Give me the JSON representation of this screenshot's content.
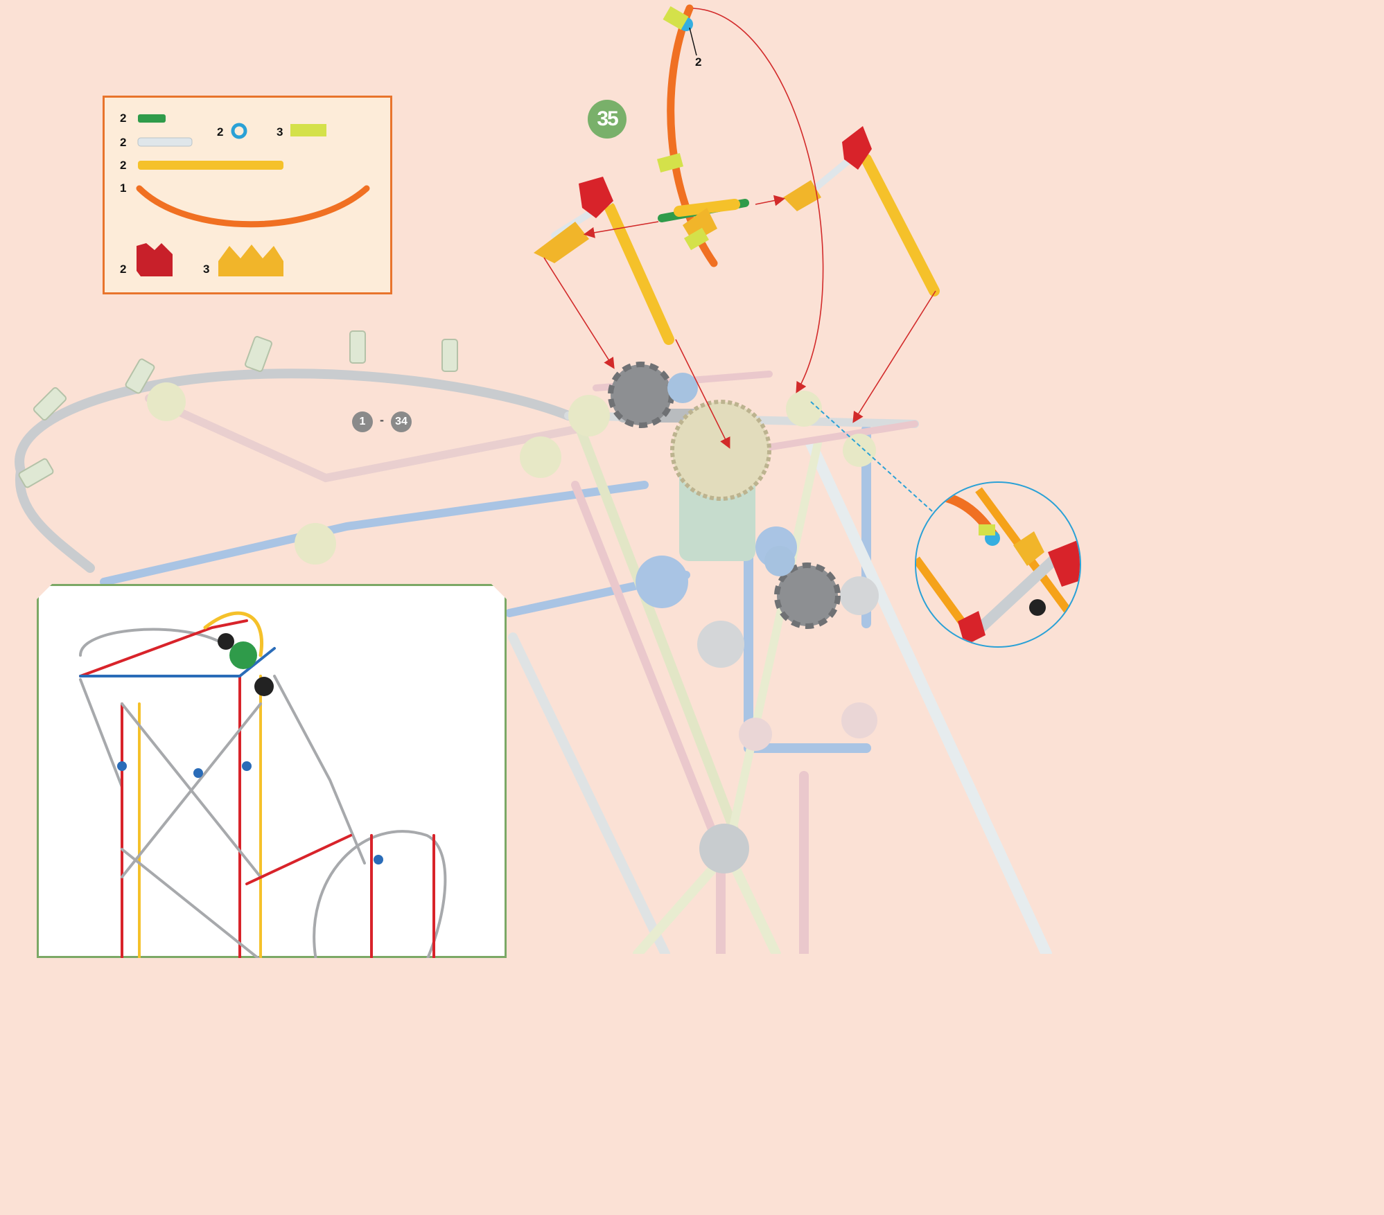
{
  "step": {
    "number": "35",
    "range_start": "1",
    "range_end": "34",
    "range_sep": "-"
  },
  "callout": {
    "ring_count": "2"
  },
  "parts": [
    {
      "qty": "2",
      "name": "green-connector-rod"
    },
    {
      "qty": "2",
      "name": "white-rod"
    },
    {
      "qty": "2",
      "name": "blue-spacer"
    },
    {
      "qty": "3",
      "name": "yellow-clip"
    },
    {
      "qty": "2",
      "name": "yellow-rod"
    },
    {
      "qty": "1",
      "name": "orange-flexi-rod"
    },
    {
      "qty": "2",
      "name": "red-connector"
    },
    {
      "qty": "3",
      "name": "yellow-half-connector"
    }
  ],
  "colors": {
    "background": "#fbe1d5",
    "parts_border": "#e8742c",
    "step_badge": "#79b06a",
    "arrow": "#d22a2a",
    "zoom_border": "#2aa1d6",
    "panel_border": "#7ba865"
  }
}
